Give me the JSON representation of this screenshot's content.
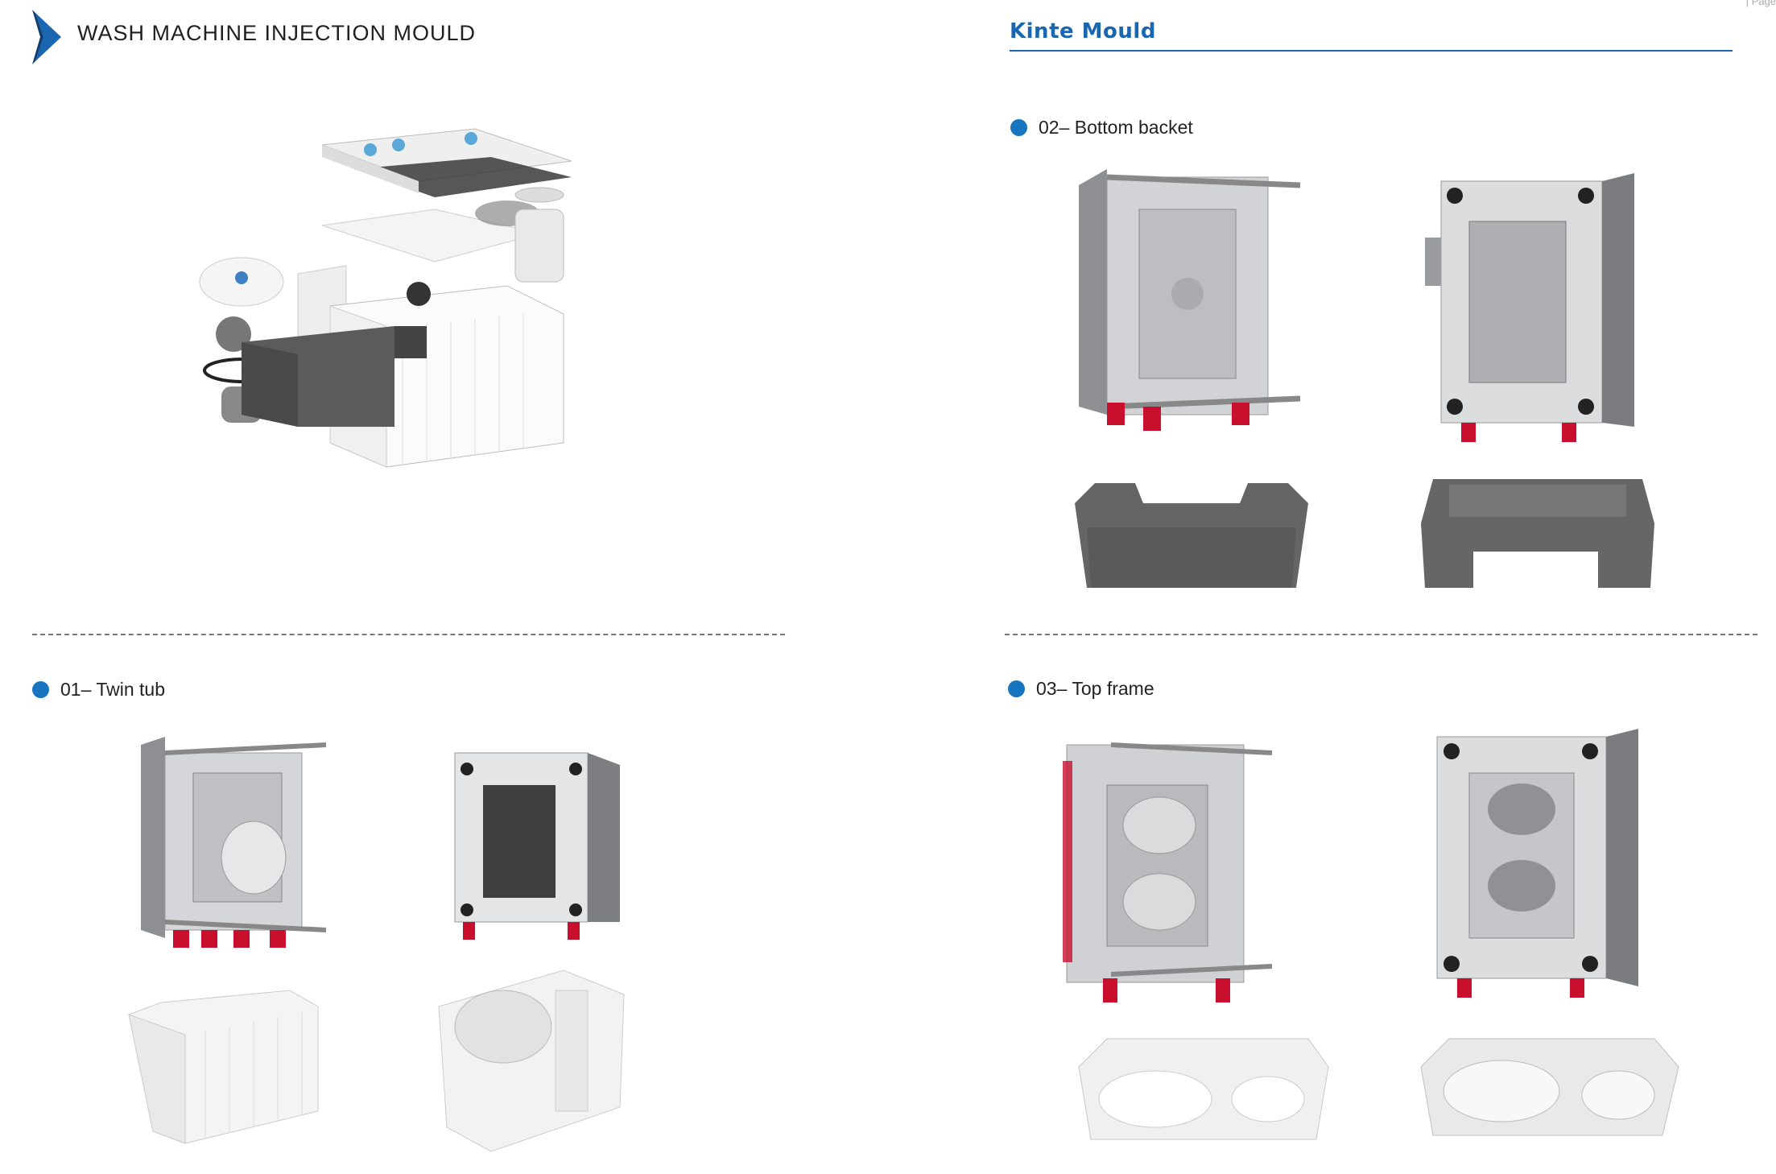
{
  "header": {
    "title": "WASH MACHINE INJECTION MOULD",
    "brand": "Kinte Mould",
    "corner_text": "| Page"
  },
  "sections": [
    {
      "id": "01",
      "label": "01– Twin tub"
    },
    {
      "id": "02",
      "label": "02– Bottom backet"
    },
    {
      "id": "03",
      "label": "03– Top frame"
    }
  ],
  "colors": {
    "accent": "#1b66b0",
    "bullet": "#1774be",
    "mould_steel": "#cfd1d4",
    "support_red": "#c8102e",
    "part_white": "#f2f2f2",
    "part_grey": "#5f5f5f"
  }
}
